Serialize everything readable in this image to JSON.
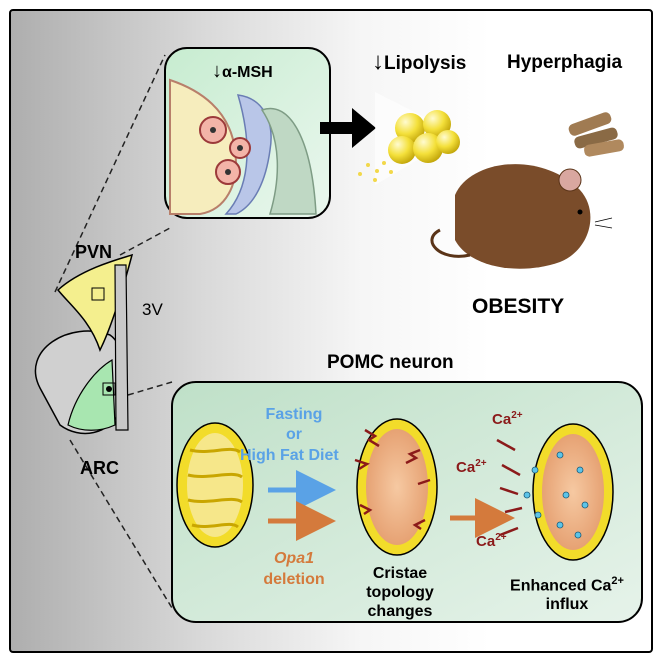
{
  "synapse": {
    "arrow_glyph": "↓",
    "label": "α-MSH"
  },
  "effects": [
    {
      "arrow_glyph": "↓",
      "label": "Lipolysis"
    },
    {
      "label": "Hyperphagia"
    }
  ],
  "outcome": {
    "label": "OBESITY"
  },
  "brain": {
    "pvn_label": "PVN",
    "ventricle_label": "3V",
    "arc_label": "ARC"
  },
  "neuron_panel": {
    "title": "POMC neuron",
    "trigger_1": {
      "line1": "Fasting",
      "line2": "or",
      "line3": "High Fat Diet"
    },
    "trigger_2": {
      "gene": "Opa1",
      "line2": "deletion"
    },
    "cristae_caption": {
      "line1": "Cristae",
      "line2": "topology",
      "line3": "changes"
    },
    "calcium_label": "Ca",
    "calcium_superscript": "2+",
    "influx_caption": {
      "line1": "Enhanced Ca",
      "sup": "2+",
      "line2": "influx"
    }
  },
  "colors": {
    "blue_arrow": "#5aa2e6",
    "orange_arrow": "#d47a3c",
    "ca_red": "#8b1a1a",
    "pvn_yellow": "#f4ef8e",
    "arc_green": "#a8e6b0",
    "panel_green": "#cfe8d6",
    "fat_yellow": "#f2dc2a",
    "mito_orange": "#e8a47a"
  }
}
